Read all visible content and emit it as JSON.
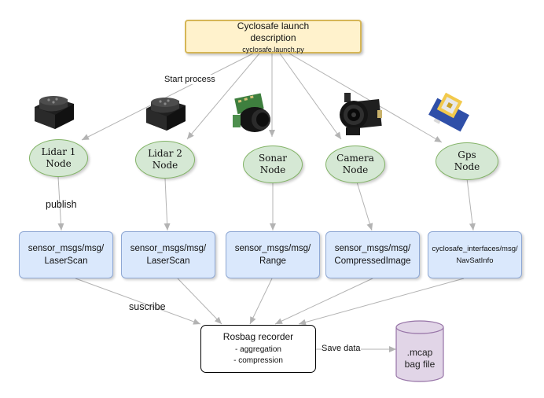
{
  "launch": {
    "title": "Cyclosafe launch\ndescription",
    "file": "cyclosafe.launch.py"
  },
  "labels": {
    "start_process": "Start process",
    "publish": "publish",
    "subscribe": "suscribe",
    "save_data": "Save data"
  },
  "nodes": [
    {
      "id": "lidar1",
      "label": "Lidar 1\nNode",
      "icon": "lidar-icon"
    },
    {
      "id": "lidar2",
      "label": "Lidar 2\nNode",
      "icon": "lidar-icon"
    },
    {
      "id": "sonar",
      "label": "Sonar\nNode",
      "icon": "sonar-icon"
    },
    {
      "id": "camera",
      "label": "Camera\nNode",
      "icon": "camera-icon"
    },
    {
      "id": "gps",
      "label": "Gps\nNode",
      "icon": "gps-icon"
    }
  ],
  "messages": [
    {
      "line1": "sensor_msgs/msg/",
      "line2": "LaserScan"
    },
    {
      "line1": "sensor_msgs/msg/",
      "line2": "LaserScan"
    },
    {
      "line1": "sensor_msgs/msg/",
      "line2": "Range"
    },
    {
      "line1": "sensor_msgs/msg/",
      "line2": "CompressedImage"
    },
    {
      "line1": "cyclosafe_interfaces/msg/",
      "line2": "NavSatInfo"
    }
  ],
  "recorder": {
    "title": "Rosbag recorder",
    "features": [
      "- aggregation",
      "- compression"
    ]
  },
  "bag": {
    "line1": ".mcap",
    "line2": "bag file"
  },
  "colors": {
    "launch_fill": "#fff2cc",
    "node_fill": "#d5e8d4",
    "message_fill": "#dae8fc",
    "bag_fill": "#e1d5e7",
    "arrow": "#b3b3b3"
  }
}
